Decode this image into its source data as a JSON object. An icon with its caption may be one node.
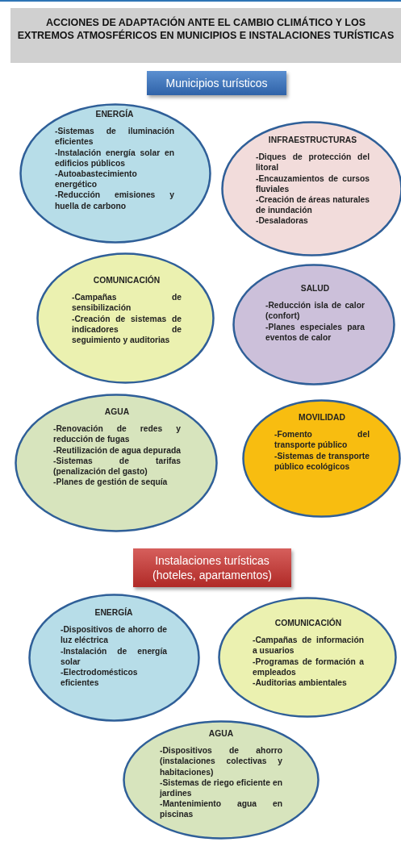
{
  "diagram": {
    "title": "ACCIONES DE ADAPTACIÓN ANTE EL CAMBIO CLIMÁTICO Y LOS EXTREMOS ATMOSFÉRICOS EN MUNICIPIOS E INSTALACIONES TURÍSTICAS",
    "nodes": [
      {
        "text": [
          "Municipios turísticos"
        ]
      },
      {
        "text": [
          "ENERGÍA",
          "-Sistemas de iluminación eficientes",
          "-Instalación energía solar en edificios públicos",
          "-Autoabastecimiento energético",
          "-Reducción emisiones y huella de carbono"
        ]
      },
      {
        "text": [
          "INFRAESTRUCTURAS",
          "-Diques de protección del litoral",
          "-Encauzamientos de cursos fluviales",
          "-Creación de áreas naturales de inundación",
          "-Desaladoras"
        ]
      },
      {
        "text": [
          "COMUNICACIÓN",
          "-Campañas de sensibilización",
          "-Creación de sistemas de indicadores de seguimiento y auditorias"
        ]
      },
      {
        "text": [
          "SALUD",
          "-Reducción isla de calor (confort)",
          "-Planes especiales para eventos de calor"
        ]
      },
      {
        "text": [
          "AGUA",
          "-Renovación de redes y reducción de fugas",
          "-Reutilización de agua depurada",
          "-Sistemas de tarifas (penalización del gasto)",
          "-Planes de gestión de sequía"
        ]
      },
      {
        "text": [
          "MOVILIDAD",
          "-Fomento del transporte público",
          "-Sistemas de transporte público ecológicos"
        ]
      },
      {
        "text": [
          "Instalaciones turísticas (hoteles, apartamentos)"
        ]
      },
      {
        "text": [
          "ENERGÍA",
          "-Dispositivos de ahorro de luz eléctrica",
          "-Instalación de energía solar",
          "-Electrodomésticos eficientes"
        ]
      },
      {
        "text": [
          "COMUNICACIÓN",
          "-Campañas de información a usuarios",
          "-Programas de formación a empleados",
          "-Auditorias ambientales"
        ]
      },
      {
        "text": [
          "AGUA",
          "-Dispositivos de ahorro (instalaciones colectivas y habitaciones)",
          "-Sistemas de riego eficiente en jardines",
          "-Mantenimiento agua en piscinas"
        ]
      }
    ],
    "edges": []
  }
}
